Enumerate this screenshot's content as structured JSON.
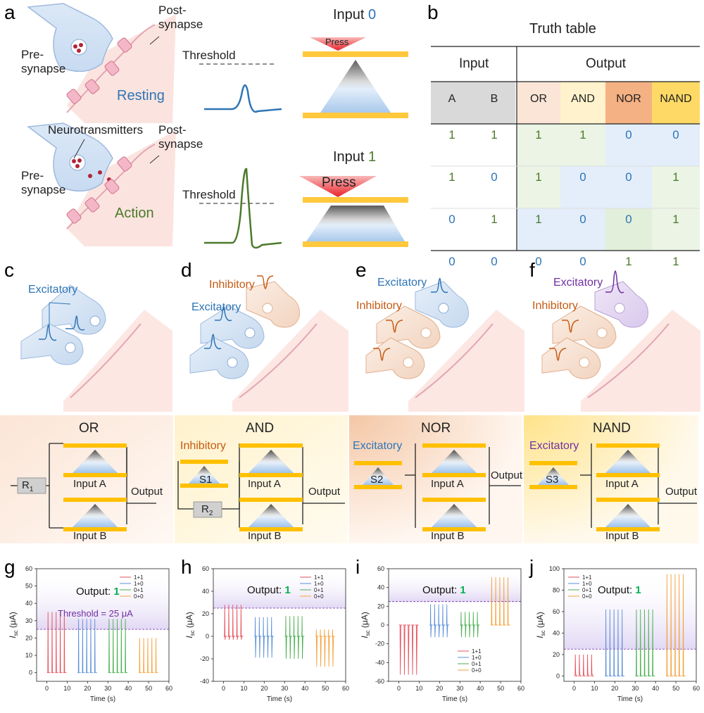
{
  "panel_labels": [
    "a",
    "b",
    "c",
    "d",
    "e",
    "f",
    "g",
    "h",
    "i",
    "j"
  ],
  "panel_a": {
    "post_synapse_top": "Post-\nsynapse",
    "pre_synapse_top": "Pre-\nsynapse",
    "resting": "Resting",
    "neurotransmitters": "Neurotransmitters",
    "post_synapse_bottom": "Post-\nsynapse",
    "pre_synapse_bottom": "Pre-\nsynapse",
    "action": "Action",
    "threshold_top": "Threshold",
    "threshold_bottom": "Threshold",
    "input0_prefix": "Input ",
    "input0_value": "0",
    "input1_prefix": "Input ",
    "input1_value": "1",
    "press_top": "Press",
    "press_bottom": "Press"
  },
  "truth_table": {
    "title": "Truth table",
    "group_input": "Input",
    "group_output": "Output",
    "columns": [
      "A",
      "B",
      "OR",
      "AND",
      "NOR",
      "NAND"
    ],
    "rows": [
      [
        "1",
        "1",
        "1",
        "1",
        "0",
        "0"
      ],
      [
        "1",
        "0",
        "1",
        "0",
        "0",
        "1"
      ],
      [
        "0",
        "1",
        "1",
        "0",
        "0",
        "1"
      ],
      [
        "0",
        "0",
        "0",
        "0",
        "1",
        "1"
      ]
    ]
  },
  "synapse_panels": {
    "c": {
      "label1": "Excitatory"
    },
    "d": {
      "label1": "Inhibitory",
      "label2": "Excitatory"
    },
    "e": {
      "label1": "Excitatory",
      "label2": "Inhibitory"
    },
    "f": {
      "label1": "Excitatory",
      "label2": "Inhibitory"
    }
  },
  "circuits": {
    "or": {
      "title": "OR",
      "r": "R",
      "r_sub": "1",
      "input_a": "Input A",
      "input_b": "Input B",
      "output": "Output"
    },
    "and": {
      "title": "AND",
      "kind": "Inhibitory",
      "s": "S1",
      "r": "R",
      "r_sub": "2",
      "input_a": "Input A",
      "input_b": "Input B",
      "output": "Output"
    },
    "nor": {
      "title": "NOR",
      "kind": "Excitatory",
      "s": "S2",
      "input_a": "Input A",
      "input_b": "Input B",
      "output": "Output"
    },
    "nand": {
      "title": "NAND",
      "kind": "Excitatory",
      "s": "S3",
      "input_a": "Input A",
      "input_b": "Input B",
      "output": "Output"
    }
  },
  "colors": {
    "blue": "#2e75b6",
    "green": "#4b7a2a",
    "orange": "#c55a11",
    "purple": "#7030a0",
    "gold": "#ffc000",
    "bright_green": "#00b050"
  },
  "chart_data": [
    {
      "panel": "g",
      "type": "line",
      "xlabel": "Time (s)",
      "ylabel": "I",
      "ylabel_sub": "sc",
      "ylabel_unit": " (μA)",
      "xlim": [
        -5,
        60
      ],
      "ylim": [
        -5,
        60
      ],
      "xticks": [
        0,
        10,
        20,
        30,
        40,
        50,
        60
      ],
      "yticks": [
        0,
        10,
        20,
        30,
        40,
        50,
        60
      ],
      "threshold": 25,
      "threshold_label": "Threshold = 25 μA",
      "output_prefix": "Output: ",
      "output_value": "1",
      "legend": [
        "1+1",
        "1+0",
        "0+1",
        "0+0"
      ],
      "series": [
        {
          "name": "1+1",
          "x_start": 0.5,
          "peak": 35,
          "trough": 0
        },
        {
          "name": "1+0",
          "x_start": 15.5,
          "peak": 31,
          "trough": 0
        },
        {
          "name": "0+1",
          "x_start": 30.5,
          "peak": 31,
          "trough": 0
        },
        {
          "name": "0+0",
          "x_start": 45.5,
          "peak": 20,
          "trough": 0
        }
      ]
    },
    {
      "panel": "h",
      "type": "line",
      "xlabel": "Time (s)",
      "ylabel": "I",
      "ylabel_sub": "sc",
      "ylabel_unit": " (μA)",
      "xlim": [
        -5,
        60
      ],
      "ylim": [
        -40,
        60
      ],
      "xticks": [
        0,
        10,
        20,
        30,
        40,
        50,
        60
      ],
      "yticks": [
        -40,
        -20,
        0,
        20,
        40,
        60
      ],
      "threshold": 25,
      "output_prefix": "Output: ",
      "output_value": "1",
      "legend": [
        "1+1",
        "1+0",
        "0+1",
        "0+0"
      ],
      "series": [
        {
          "name": "1+1",
          "x_start": 0.5,
          "peak": 28,
          "trough": -3
        },
        {
          "name": "1+0",
          "x_start": 15.5,
          "peak": 17,
          "trough": -19
        },
        {
          "name": "0+1",
          "x_start": 30.5,
          "peak": 18,
          "trough": -20
        },
        {
          "name": "0+0",
          "x_start": 45.5,
          "peak": 6,
          "trough": -27
        }
      ]
    },
    {
      "panel": "i",
      "type": "line",
      "xlabel": "Time (s)",
      "ylabel": "I",
      "ylabel_sub": "sc",
      "ylabel_unit": " (μA)",
      "xlim": [
        -5,
        60
      ],
      "ylim": [
        -60,
        60
      ],
      "xticks": [
        0,
        10,
        20,
        30,
        40,
        50,
        60
      ],
      "yticks": [
        -60,
        -40,
        -20,
        0,
        20,
        40,
        60
      ],
      "threshold": 25,
      "output_prefix": "Output: ",
      "output_value": "1",
      "legend": [
        "1+1",
        "1+0",
        "0+1",
        "0+0"
      ],
      "series": [
        {
          "name": "1+1",
          "x_start": 0.5,
          "peak": 0,
          "trough": -53
        },
        {
          "name": "1+0",
          "x_start": 15.5,
          "peak": 22,
          "trough": -13
        },
        {
          "name": "0+1",
          "x_start": 30.5,
          "peak": 14,
          "trough": -13
        },
        {
          "name": "0+0",
          "x_start": 45.5,
          "peak": 51,
          "trough": 0
        }
      ]
    },
    {
      "panel": "j",
      "type": "line",
      "xlabel": "Time (s)",
      "ylabel": "I",
      "ylabel_sub": "sc",
      "ylabel_unit": " (μA)",
      "xlim": [
        -5,
        60
      ],
      "ylim": [
        -5,
        100
      ],
      "xticks": [
        0,
        10,
        20,
        30,
        40,
        50,
        60
      ],
      "yticks": [
        0,
        20,
        40,
        60,
        80,
        100
      ],
      "threshold": 25,
      "output_prefix": "Output: ",
      "output_value": "1",
      "legend": [
        "1+1",
        "1+0",
        "0+1",
        "0+0"
      ],
      "series": [
        {
          "name": "1+1",
          "x_start": 0.5,
          "peak": 20,
          "trough": 3
        },
        {
          "name": "1+0",
          "x_start": 15.5,
          "peak": 62,
          "trough": 0
        },
        {
          "name": "0+1",
          "x_start": 30.5,
          "peak": 62,
          "trough": 0
        },
        {
          "name": "0+0",
          "x_start": 45.5,
          "peak": 95,
          "trough": 0
        }
      ]
    }
  ],
  "series_colors": [
    "#e8505b",
    "#5b8fd9",
    "#4caf50",
    "#f5a13a"
  ]
}
